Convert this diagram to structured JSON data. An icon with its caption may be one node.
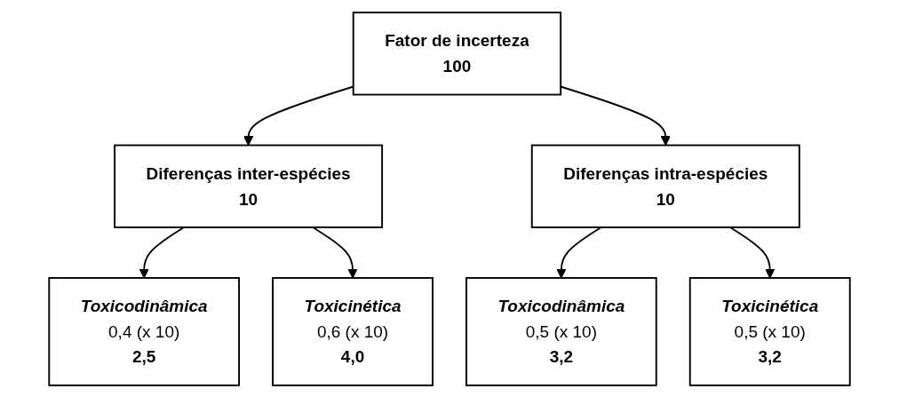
{
  "diagram": {
    "nodes": [
      {
        "text": [
          "Fator de incerteza",
          "100"
        ]
      },
      {
        "text": [
          "Diferenças inter-espécies",
          "10"
        ]
      },
      {
        "text": [
          "Diferenças intra-espécies",
          "10"
        ]
      },
      {
        "text": [
          "Toxicodinâmica",
          "0,4 (x 10)",
          "2,5"
        ]
      },
      {
        "text": [
          "Toxicinética",
          "0,6 (x 10)",
          "4,0"
        ]
      },
      {
        "text": [
          "Toxicodinâmica",
          "0,5 (x 10)",
          "3,2"
        ]
      },
      {
        "text": [
          "Toxicinética",
          "0,5 (x 10)",
          "3,2"
        ]
      }
    ],
    "edges": [
      {
        "from": 0,
        "to": 1,
        "arrow": "to"
      },
      {
        "from": 0,
        "to": 2,
        "arrow": "to"
      },
      {
        "from": 1,
        "to": 3,
        "arrow": "to"
      },
      {
        "from": 1,
        "to": 4,
        "arrow": "to"
      },
      {
        "from": 2,
        "to": 5,
        "arrow": "to"
      },
      {
        "from": 2,
        "to": 6,
        "arrow": "to"
      }
    ]
  }
}
